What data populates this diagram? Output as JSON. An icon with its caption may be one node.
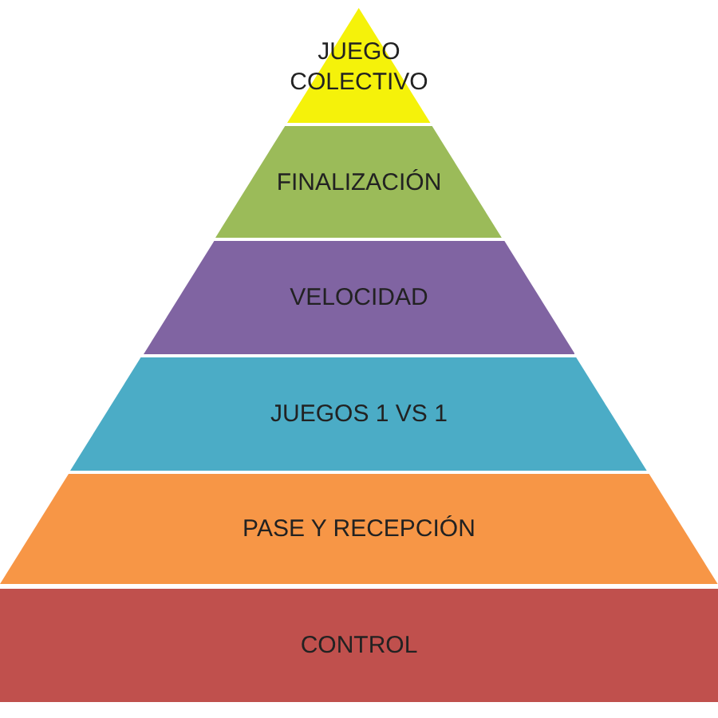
{
  "diagram": {
    "nodes": [
      {
        "text": [
          "JUEGO COLECTIVO"
        ]
      },
      {
        "text": [
          "FINALIZACIÓN"
        ]
      },
      {
        "text": [
          "VELOCIDAD"
        ]
      },
      {
        "text": [
          "JUEGOS 1 VS 1"
        ]
      },
      {
        "text": [
          "PASE Y RECEPCIÓN"
        ]
      },
      {
        "text": [
          "CONTROL"
        ]
      }
    ]
  }
}
